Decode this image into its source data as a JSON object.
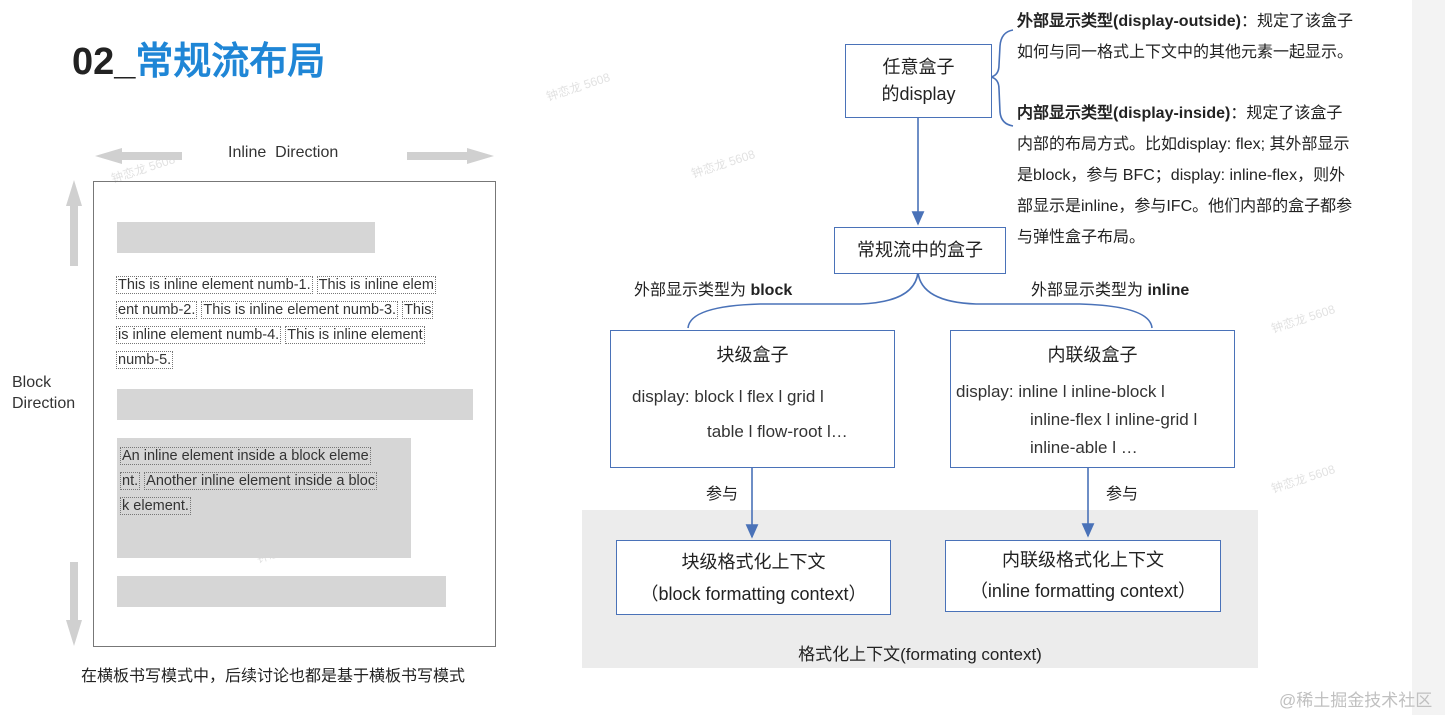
{
  "title": {
    "number": "02_",
    "text": "常规流布局"
  },
  "left_demo": {
    "inline_direction": "Inline  Direction",
    "block_direction_line1": "Block",
    "block_direction_line2": "Direction",
    "inline_para": {
      "line1_a": "This is inline element numb-1.",
      "line1_b": "This is inline elem",
      "line2_a": "ent numb-2.",
      "line2_b": "This is inline element numb-3.",
      "line2_c": "This",
      "line3_a": "is inline element numb-4.",
      "line3_b": "This is inline element",
      "line4_a": "numb-5."
    },
    "block_para": {
      "line1": "An inline element inside a block eleme",
      "line2_a": "nt.",
      "line2_b": "Another inline element inside a bloc",
      "line3": "k element."
    },
    "caption": "在横板书写模式中，后续讨论也都是基于横板书写模式"
  },
  "diagram": {
    "top_box_line1": "任意盒子",
    "top_box_line2": "的display",
    "outside_note_bold": "外部显示类型(display-outside)",
    "outside_note_rest1": "：规定了该盒子",
    "outside_note_line2": "如何与同一格式上下文中的其他元素一起显示。",
    "inside_note_bold": "内部显示类型(display-inside)",
    "inside_note_rest1": "：规定了该盒子",
    "inside_note_line2": "内部的布局方式。比如display: flex; 其外部显示",
    "inside_note_line3": "是block，参与 BFC；display: inline-flex，则外",
    "inside_note_line4": "部显示是inline，参与IFC。他们内部的盒子都参",
    "inside_note_line5": "与弹性盒子布局。",
    "normal_flow_box": "常规流中的盒子",
    "left_branch_prefix": "外部显示类型为 ",
    "left_branch_bold": "block",
    "right_branch_prefix": "外部显示类型为 ",
    "right_branch_bold": "inline",
    "block_box_title": "块级盒子",
    "block_box_line1": "display:  block l flex l grid l",
    "block_box_line2": "table l flow-root l…",
    "inline_box_title": "内联级盒子",
    "inline_box_line1": "display:  inline l inline-block l",
    "inline_box_line2": "inline-flex l inline-grid l",
    "inline_box_line3": "inline-able l …",
    "participate_left": "参与",
    "participate_right": "参与",
    "bfc_line1": "块级格式化上下文",
    "bfc_line2": "（block formatting context）",
    "ifc_line1": "内联级格式化上下文",
    "ifc_line2": "（inline formatting context）",
    "fc_label": "格式化上下文(formating context)"
  },
  "footer_watermark": "@稀土掘金技术社区",
  "colors": {
    "accent": "#1f86d6",
    "box_border": "#4a72b8",
    "bar_gray": "#d6d6d6",
    "fc_bg": "#ececec"
  }
}
